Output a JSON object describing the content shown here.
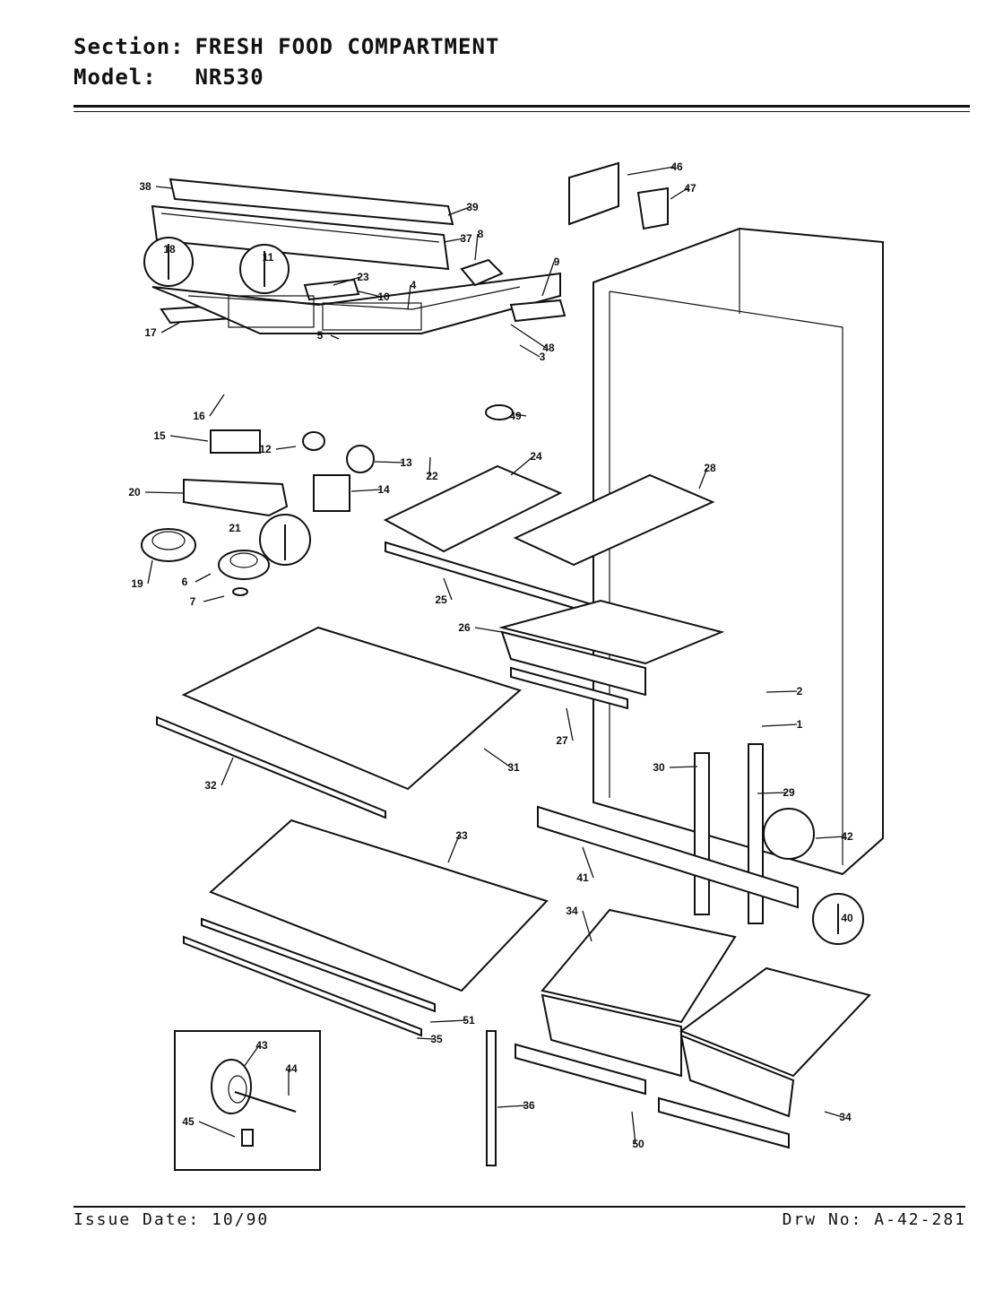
{
  "header": {
    "section_label": "Section:",
    "section_value": "FRESH FOOD COMPARTMENT",
    "model_label": "Model:",
    "model_value": "NR530"
  },
  "footer": {
    "issue_label": "Issue Date:",
    "issue_value": "10/90",
    "drawing_label": "Drw No:",
    "drawing_value": "A-42-281"
  },
  "callouts": [
    "1",
    "2",
    "3",
    "4",
    "5",
    "6",
    "7",
    "8",
    "9",
    "10",
    "11",
    "12",
    "13",
    "14",
    "15",
    "16",
    "17",
    "18",
    "19",
    "20",
    "21",
    "22",
    "23",
    "24",
    "25",
    "26",
    "27",
    "28",
    "29",
    "30",
    "31",
    "32",
    "33",
    "34",
    "34",
    "35",
    "36",
    "37",
    "38",
    "39",
    "40",
    "41",
    "42",
    "43",
    "44",
    "45",
    "46",
    "47",
    "48",
    "49",
    "50",
    "51"
  ]
}
